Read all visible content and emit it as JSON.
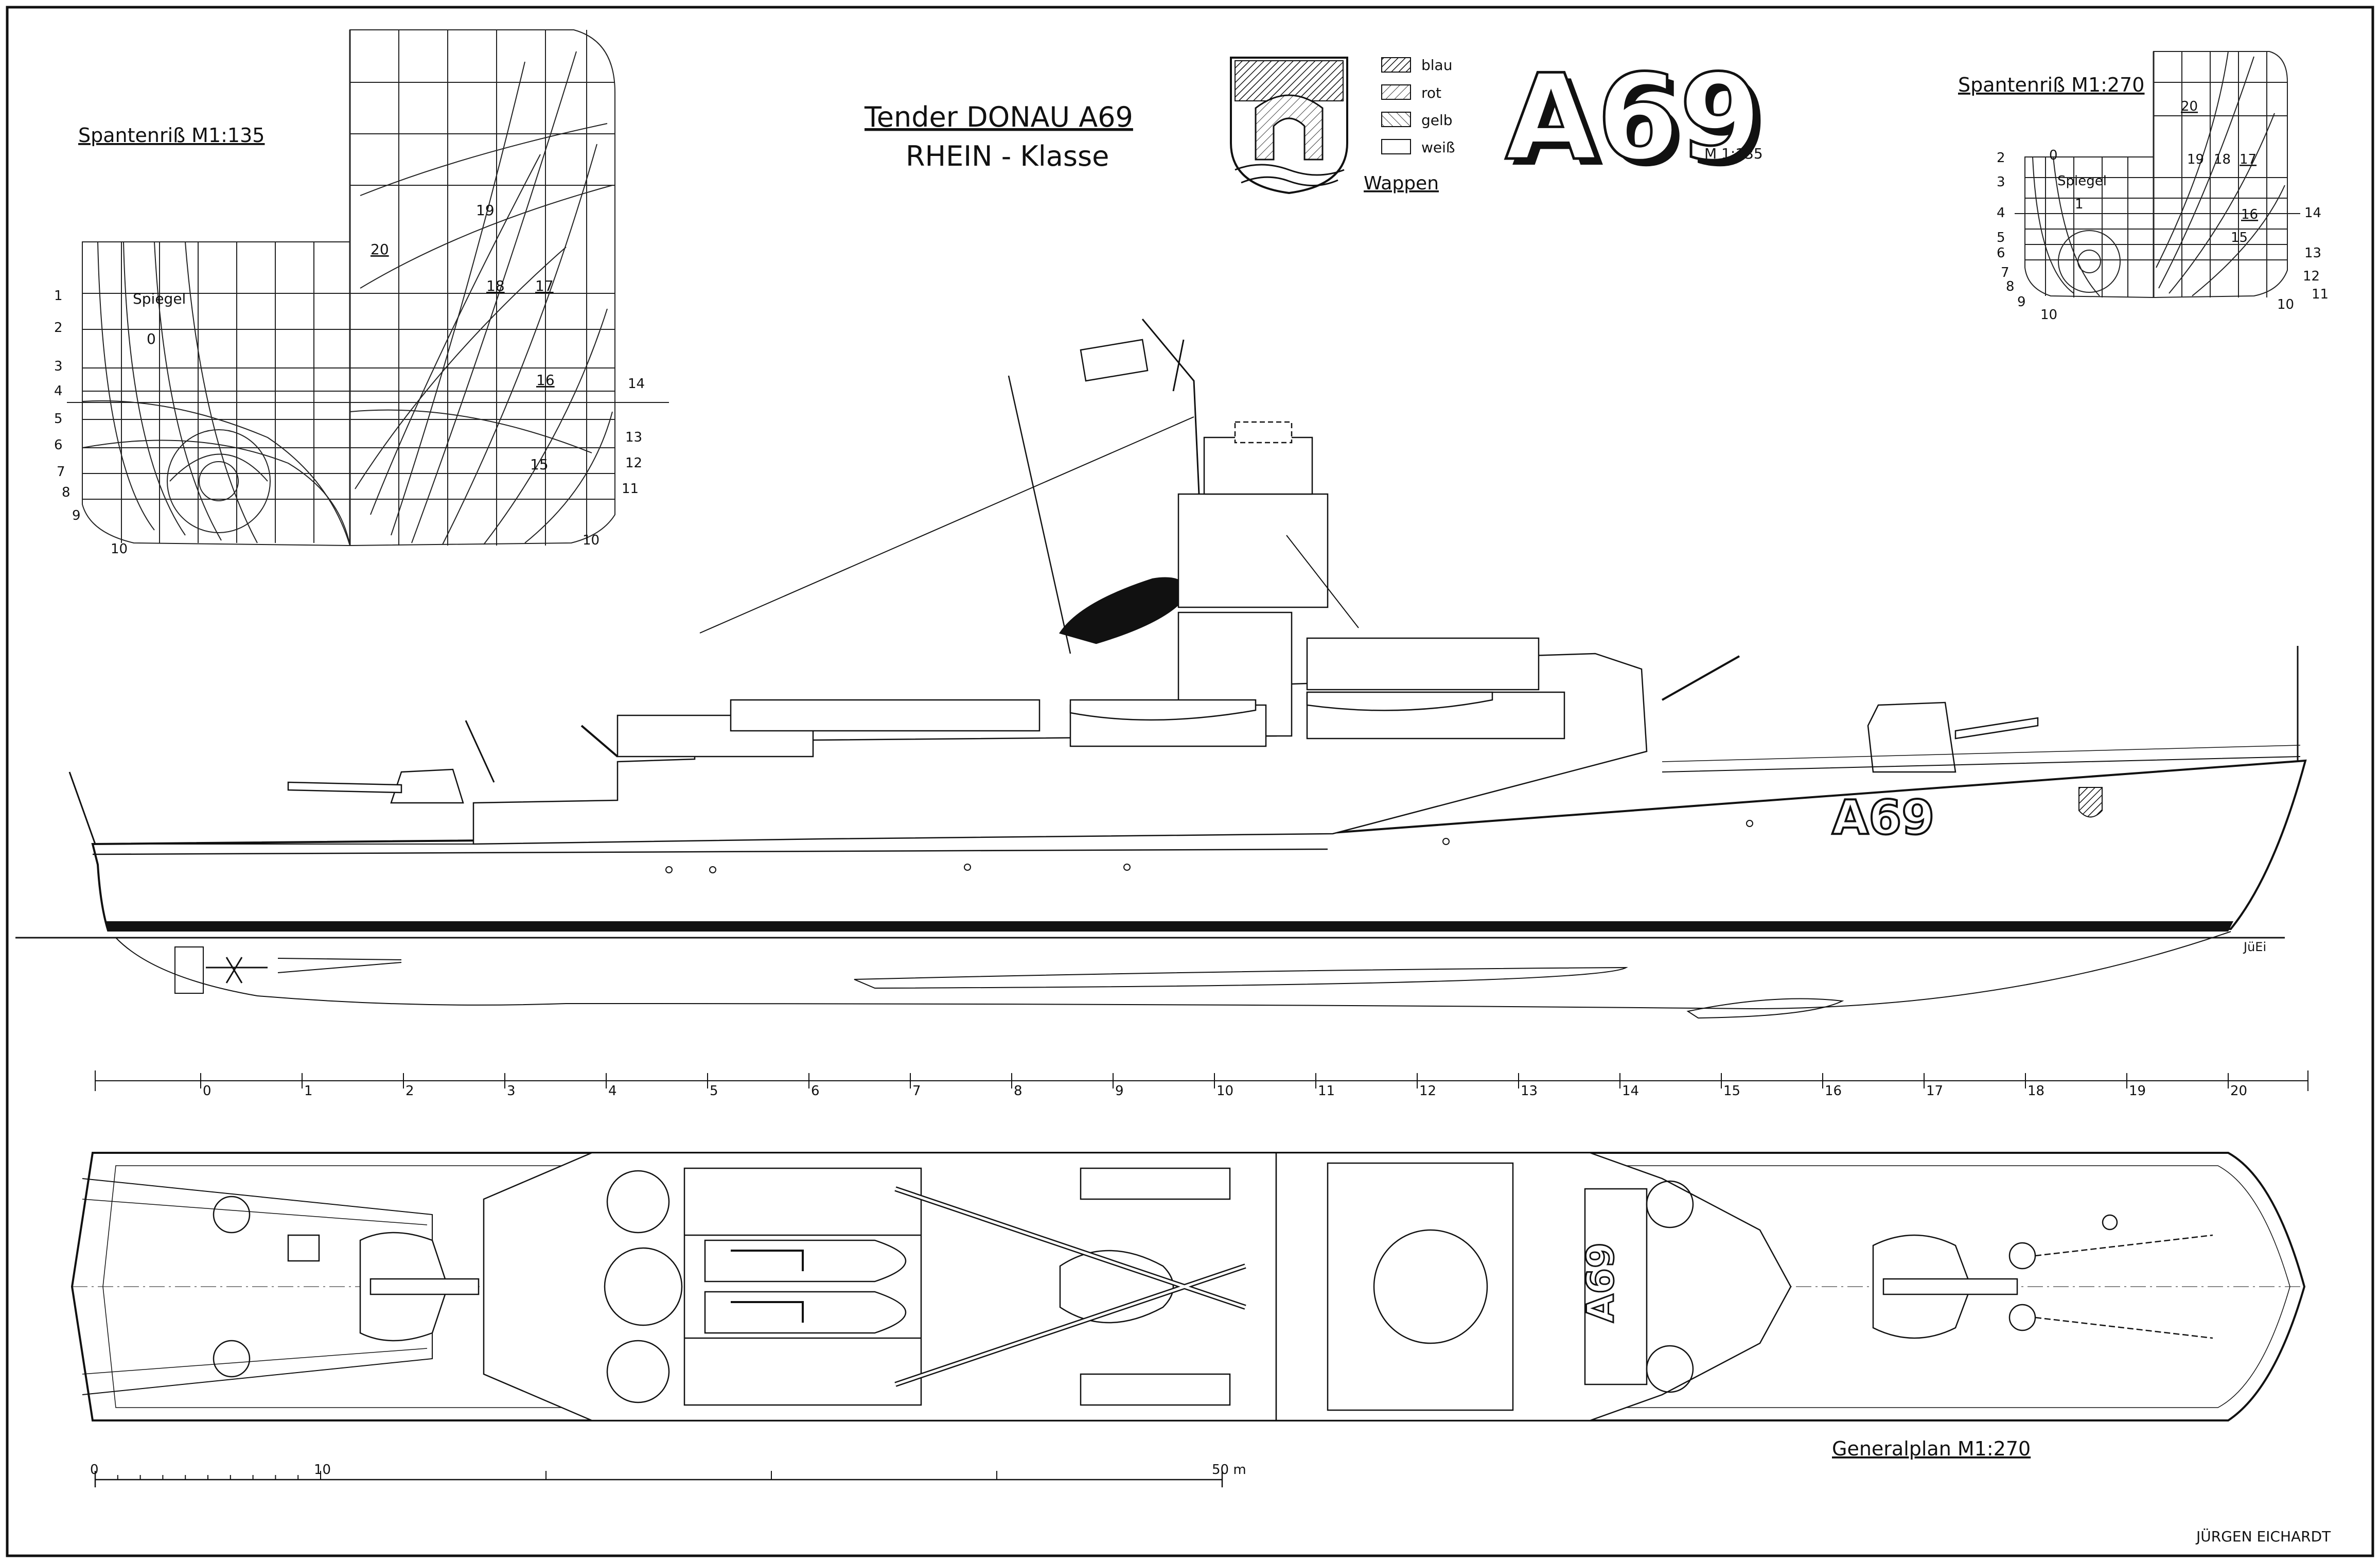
{
  "title": {
    "line1": "Tender  DONAU  A69",
    "line2": "RHEIN - Klasse"
  },
  "hull_number": "A69",
  "hull_number_scale": "M 1:135",
  "hull_side_marking": "A69",
  "deck_marking": "A69",
  "draughtsman_initials": "JüEi",
  "author": "JÜRGEN EICHARDT",
  "crest": {
    "title": "Wappen",
    "legend": [
      {
        "label": "blau",
        "fill": "#bdbdbd"
      },
      {
        "label": "rot",
        "fill": "#d4d4d4"
      },
      {
        "label": "gelb",
        "fill": "#e2e2e2"
      },
      {
        "label": "weiß",
        "fill": "#ffffff"
      }
    ]
  },
  "body_plan_large": {
    "title": "Spantenriß  M1:135",
    "spiegel": "Spiegel",
    "frame_labels": [
      "0",
      "15",
      "16",
      "17",
      "18",
      "19",
      "20"
    ],
    "waterline_numbers_left": [
      "1",
      "2",
      "3",
      "4",
      "5",
      "6",
      "7",
      "8",
      "9",
      "10"
    ],
    "waterline_numbers_right": [
      "10",
      "11",
      "12",
      "13",
      "14"
    ]
  },
  "body_plan_small": {
    "title": "Spantenriß  M1:270",
    "spiegel": "Spiegel",
    "frame_labels": [
      "0",
      "1",
      "15",
      "16",
      "17",
      "18",
      "19",
      "20"
    ],
    "waterline_numbers_left": [
      "2",
      "3",
      "4",
      "5",
      "6",
      "7",
      "8",
      "9",
      "10"
    ],
    "waterline_numbers_right": [
      "10",
      "11",
      "12",
      "13",
      "14"
    ]
  },
  "station_scale": [
    "0",
    "1",
    "2",
    "3",
    "4",
    "5",
    "6",
    "7",
    "8",
    "9",
    "10",
    "11",
    "12",
    "13",
    "14",
    "15",
    "16",
    "17",
    "18",
    "19",
    "20"
  ],
  "general_plan": {
    "title": "Generalplan  M1:270"
  },
  "length_scale": {
    "labels": [
      "0",
      "10",
      "50 m"
    ]
  }
}
